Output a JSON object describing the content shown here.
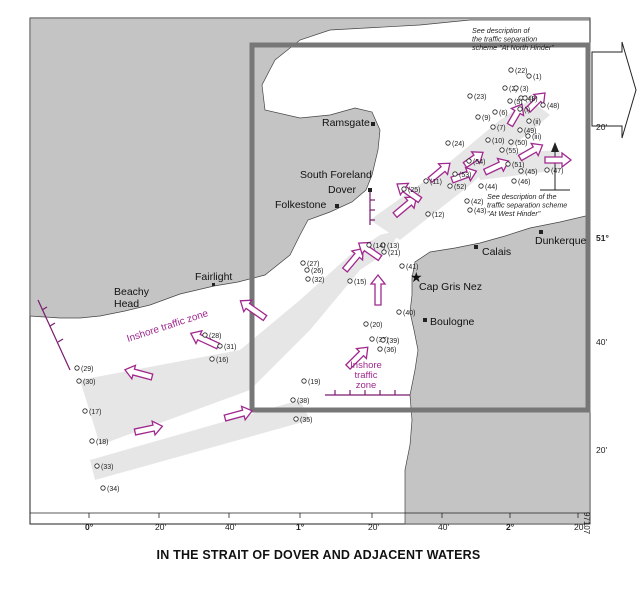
{
  "caption": "IN THE STRAIT OF DOVER AND ADJACENT WATERS",
  "sheet_id": "97107",
  "places": {
    "ramsgate": "Ramsgate",
    "south_foreland": "South Foreland",
    "dover": "Dover",
    "folkestone": "Folkestone",
    "fairlight": "Fairlight",
    "beachy_head": "Beachy\nHead",
    "calais": "Calais",
    "dunkerque": "Dunkerque",
    "cap_gris_nez": "Cap Gris Nez",
    "boulogne": "Boulogne"
  },
  "zones": {
    "inshore_english": "Inshore traffic zone",
    "inshore_french": "Inshore\ntraffic\nzone"
  },
  "notes": {
    "north_hinder": "See description of\nthe traffic separation\nscheme \"At North Hinder\"",
    "west_hinder": "See description of the\ntraffic separation scheme\n\"At West Hinder\""
  },
  "lat_labels": [
    "20'",
    "51°",
    "40'",
    "20'"
  ],
  "lon_labels": [
    "0°",
    "20'",
    "40'",
    "1°",
    "20'",
    "40'",
    "2°",
    "20'"
  ],
  "buoys": [
    {
      "n": "(1)"
    },
    {
      "n": "(2)"
    },
    {
      "n": "(3)"
    },
    {
      "n": "(4)"
    },
    {
      "n": "(5)"
    },
    {
      "n": "(6)"
    },
    {
      "n": "(7)"
    },
    {
      "n": "(8)"
    },
    {
      "n": "(9)"
    },
    {
      "n": "(10)"
    },
    {
      "n": "(11)"
    },
    {
      "n": "(12)"
    },
    {
      "n": "(13)"
    },
    {
      "n": "(14)"
    },
    {
      "n": "(15)"
    },
    {
      "n": "(16)"
    },
    {
      "n": "(17)"
    },
    {
      "n": "(18)"
    },
    {
      "n": "(19)"
    },
    {
      "n": "(20)"
    },
    {
      "n": "(21)"
    },
    {
      "n": "(22)"
    },
    {
      "n": "(23)"
    },
    {
      "n": "(24)"
    },
    {
      "n": "(25)"
    },
    {
      "n": "(26)"
    },
    {
      "n": "(27)"
    },
    {
      "n": "(28)"
    },
    {
      "n": "(29)"
    },
    {
      "n": "(30)"
    },
    {
      "n": "(31)"
    },
    {
      "n": "(32)"
    },
    {
      "n": "(33)"
    },
    {
      "n": "(34)"
    },
    {
      "n": "(35)"
    },
    {
      "n": "(36)"
    },
    {
      "n": "(37)"
    },
    {
      "n": "(38)"
    },
    {
      "n": "(39)"
    },
    {
      "n": "(40)"
    },
    {
      "n": "(41)"
    },
    {
      "n": "(42)"
    },
    {
      "n": "(43)"
    },
    {
      "n": "(44)"
    },
    {
      "n": "(45)"
    },
    {
      "n": "(46)"
    },
    {
      "n": "(47)"
    },
    {
      "n": "(48)"
    },
    {
      "n": "(49)"
    },
    {
      "n": "(50)"
    },
    {
      "n": "(51)"
    },
    {
      "n": "(52)"
    },
    {
      "n": "(53)"
    },
    {
      "n": "(54)"
    },
    {
      "n": "(55)"
    },
    {
      "n": "(i)"
    },
    {
      "n": "(ii)"
    },
    {
      "n": "(iii)"
    }
  ],
  "colors": {
    "land": "#c4c4c4",
    "sea": "#ffffff",
    "arrow": "#a0288e",
    "lane": "#e6e6e6",
    "ink": "#222222"
  }
}
